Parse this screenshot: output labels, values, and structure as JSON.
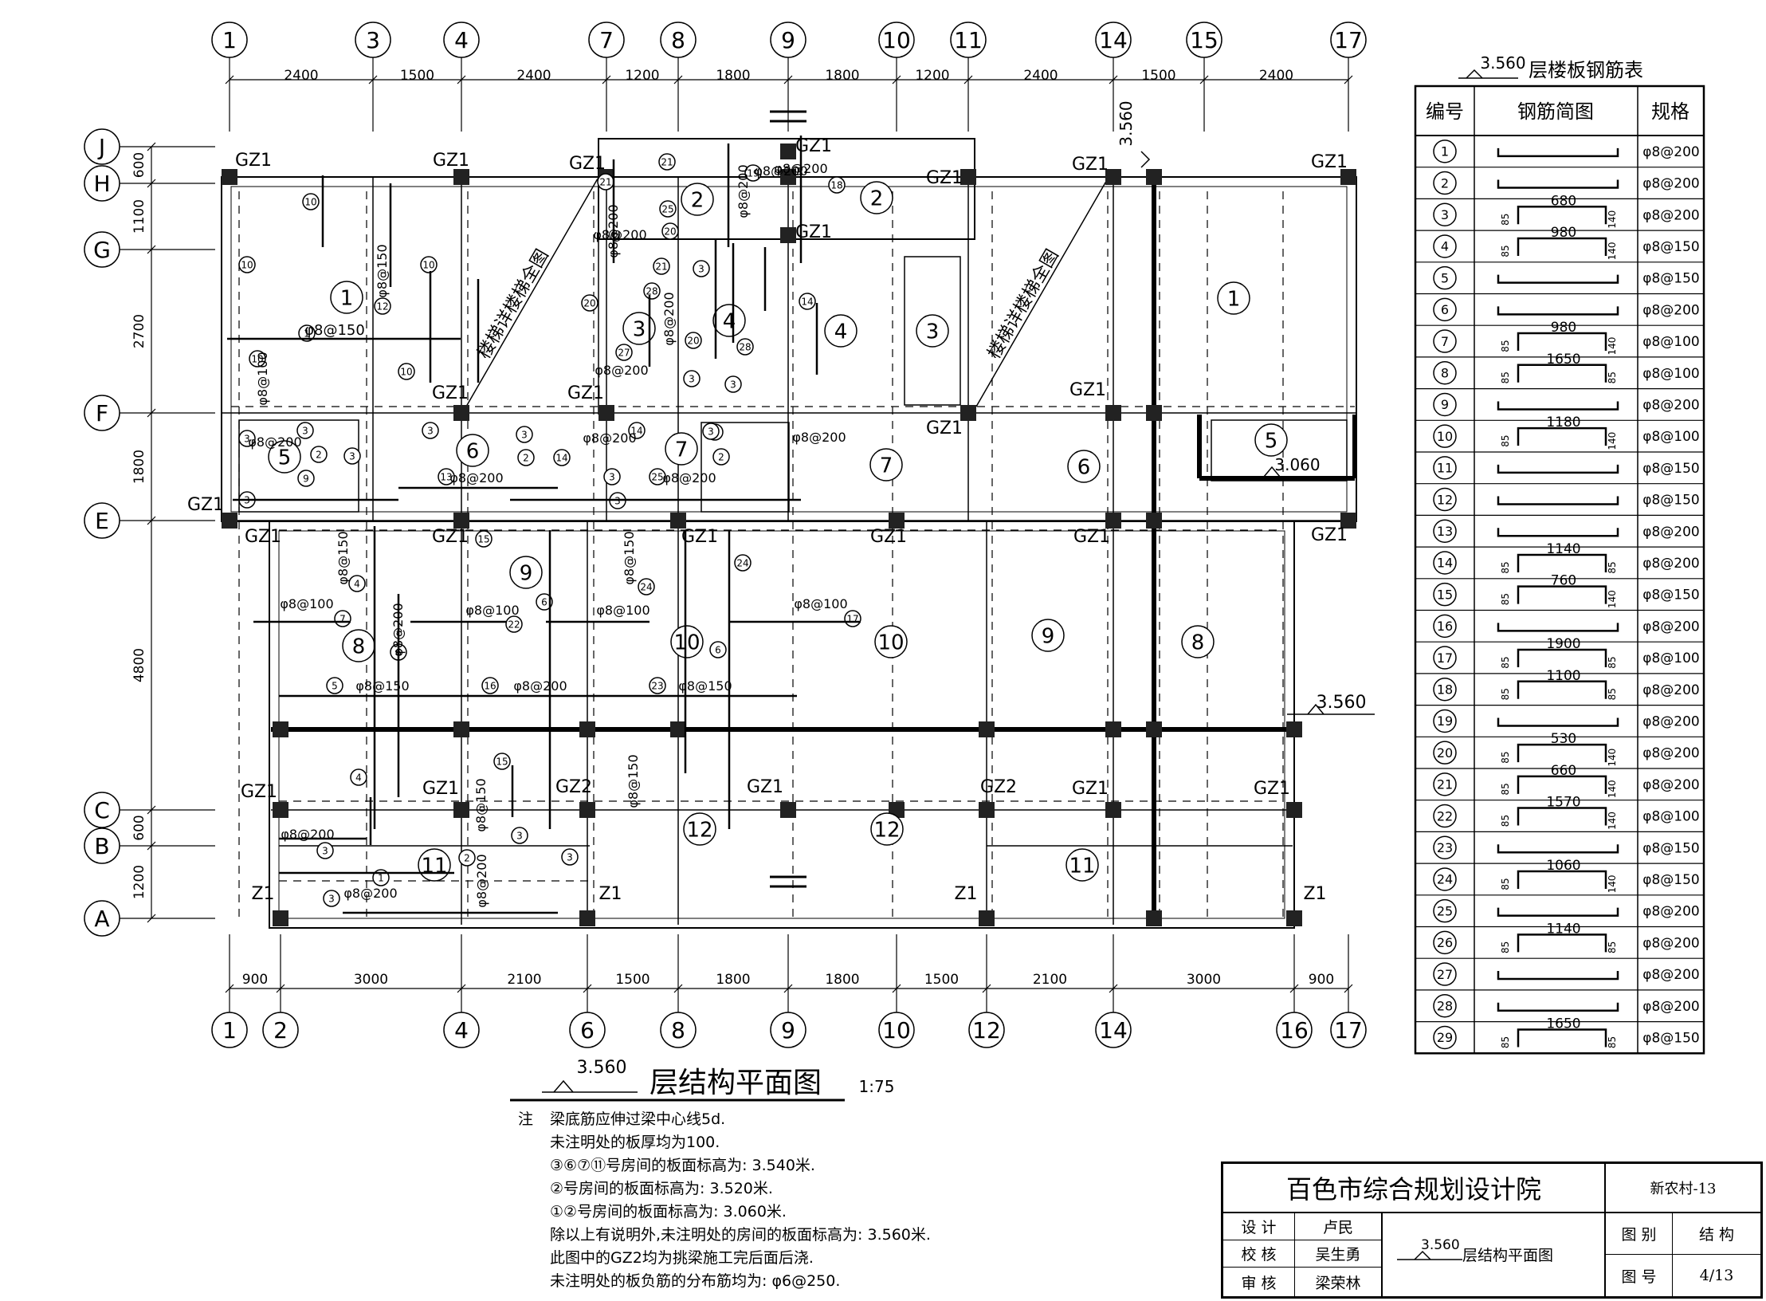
{
  "grid_top": [
    "1",
    "3",
    "4",
    "7",
    "8",
    "9",
    "10",
    "11",
    "14",
    "15",
    "17"
  ],
  "grid_bottom": [
    "1",
    "2",
    "4",
    "6",
    "8",
    "9",
    "10",
    "12",
    "14",
    "16",
    "17"
  ],
  "grid_left": [
    "J",
    "H",
    "G",
    "F",
    "E",
    "C",
    "B",
    "A"
  ],
  "dims_top": [
    "2400",
    "1500",
    "2400",
    "1200",
    "1800",
    "1800",
    "1200",
    "2400",
    "1500",
    "2400"
  ],
  "dims_bottom": [
    "900",
    "3000",
    "2100",
    "1500",
    "1800",
    "1800",
    "1500",
    "2100",
    "3000",
    "900"
  ],
  "dims_left": [
    "600",
    "1100",
    "2700",
    "1800",
    "4800",
    "600",
    "1200"
  ],
  "column_labels": [
    "GZ1",
    "GZ2",
    "Z1"
  ],
  "plan_labels": {
    "stair_note": "楼梯详楼梯全图",
    "sub_level": "3.060",
    "level_mark": "3.560",
    "slab_spec_1": "φ8@150",
    "slab_spec_2": "φ8@200",
    "slab_spec_3": "φ8@100"
  },
  "plan_title": {
    "level": "3.560",
    "name": "层结构平面图",
    "scale": "1:75"
  },
  "notes": {
    "head": "注",
    "lines": [
      "梁底筋应伸过梁中心线5d.",
      "未注明处的板厚均为100.",
      "③⑥⑦⑪号房间的板面标高为: 3.540米.",
      "②号房间的板面标高为: 3.520米.",
      "①②号房间的板面标高为: 3.060米.",
      "除以上有说明外,未注明处的房间的板面标高为: 3.560米.",
      "此图中的GZ2均为挑梁施工完后面后浇.",
      "未注明处的板负筋的分布筋均为: φ6@250."
    ]
  },
  "rebar_table": {
    "level": "3.560",
    "title": "层楼板钢筋表",
    "headers": [
      "编号",
      "钢筋简图",
      "规格"
    ],
    "rows": [
      {
        "no": "1",
        "shape": "",
        "spec": "φ8@200"
      },
      {
        "no": "2",
        "shape": "",
        "spec": "φ8@200"
      },
      {
        "no": "3",
        "shape": "85|680|140",
        "spec": "φ8@200"
      },
      {
        "no": "4",
        "shape": "85|980|140",
        "spec": "φ8@150"
      },
      {
        "no": "5",
        "shape": "",
        "spec": "φ8@150"
      },
      {
        "no": "6",
        "shape": "",
        "spec": "φ8@200"
      },
      {
        "no": "7",
        "shape": "85|980|140",
        "spec": "φ8@100"
      },
      {
        "no": "8",
        "shape": "85|1650|85",
        "spec": "φ8@100"
      },
      {
        "no": "9",
        "shape": "",
        "spec": "φ8@200"
      },
      {
        "no": "10",
        "shape": "85|1180|140",
        "spec": "φ8@100"
      },
      {
        "no": "11",
        "shape": "",
        "spec": "φ8@150"
      },
      {
        "no": "12",
        "shape": "",
        "spec": "φ8@150"
      },
      {
        "no": "13",
        "shape": "",
        "spec": "φ8@200"
      },
      {
        "no": "14",
        "shape": "85|1140|85",
        "spec": "φ8@200"
      },
      {
        "no": "15",
        "shape": "85|760|140",
        "spec": "φ8@150"
      },
      {
        "no": "16",
        "shape": "",
        "spec": "φ8@200"
      },
      {
        "no": "17",
        "shape": "85|1900|85",
        "spec": "φ8@100"
      },
      {
        "no": "18",
        "shape": "85|1100|85",
        "spec": "φ8@200"
      },
      {
        "no": "19",
        "shape": "",
        "spec": "φ8@200"
      },
      {
        "no": "20",
        "shape": "85|530|140",
        "spec": "φ8@200"
      },
      {
        "no": "21",
        "shape": "85|660|140",
        "spec": "φ8@200"
      },
      {
        "no": "22",
        "shape": "85|1570|140",
        "spec": "φ8@100"
      },
      {
        "no": "23",
        "shape": "",
        "spec": "φ8@150"
      },
      {
        "no": "24",
        "shape": "85|1060|140",
        "spec": "φ8@150"
      },
      {
        "no": "25",
        "shape": "",
        "spec": "φ8@200"
      },
      {
        "no": "26",
        "shape": "85|1140|85",
        "spec": "φ8@200"
      },
      {
        "no": "27",
        "shape": "",
        "spec": "φ8@200"
      },
      {
        "no": "28",
        "shape": "",
        "spec": "φ8@200"
      },
      {
        "no": "29",
        "shape": "85|1650|85",
        "spec": "φ8@150"
      }
    ]
  },
  "title_block": {
    "institute": "百色市综合规划设计院",
    "project": "新农村-13",
    "rows": [
      {
        "role": "设 计",
        "name": "卢民"
      },
      {
        "role": "校 核",
        "name": "吴生勇"
      },
      {
        "role": "审 核",
        "name": "梁荣林"
      }
    ],
    "drawing_level": "3.560",
    "drawing_name": "层结构平面图",
    "category_label": "图 别",
    "category": "结 构",
    "number_label": "图 号",
    "number": "4/13"
  }
}
